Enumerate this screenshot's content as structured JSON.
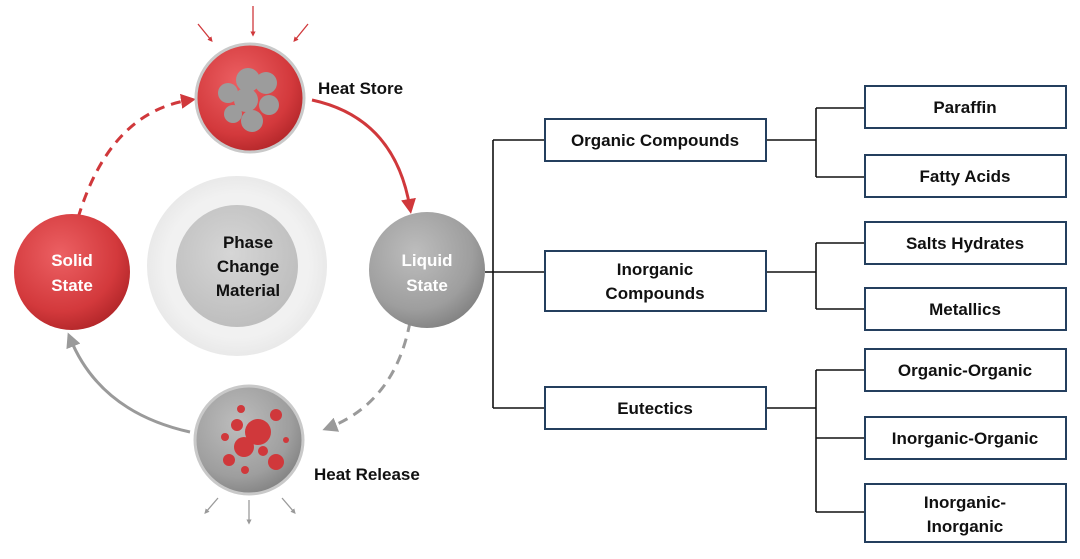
{
  "cycle": {
    "center": {
      "line1": "Phase",
      "line2": "Change",
      "line3": "Material"
    },
    "solid": {
      "line1": "Solid",
      "line2": "State"
    },
    "liquid": {
      "line1": "Liquid",
      "line2": "State"
    },
    "heat_store": "Heat Store",
    "heat_release": "Heat Release"
  },
  "tree": {
    "organic": {
      "label": "Organic Compounds",
      "children": [
        "Paraffin",
        "Fatty Acids"
      ]
    },
    "inorganic": {
      "line1": "Inorganic",
      "line2": "Compounds",
      "children": [
        "Salts Hydrates",
        "Metallics"
      ]
    },
    "eutectics": {
      "label": "Eutectics",
      "children": [
        "Organic-Organic",
        "Inorganic-Organic"
      ],
      "last_child": {
        "line1": "Inorganic-",
        "line2": "Inorganic"
      }
    }
  },
  "colors": {
    "red": "#d0383b",
    "gray": "#9a9a9a",
    "box_border": "#243f5e",
    "line": "#111111"
  }
}
